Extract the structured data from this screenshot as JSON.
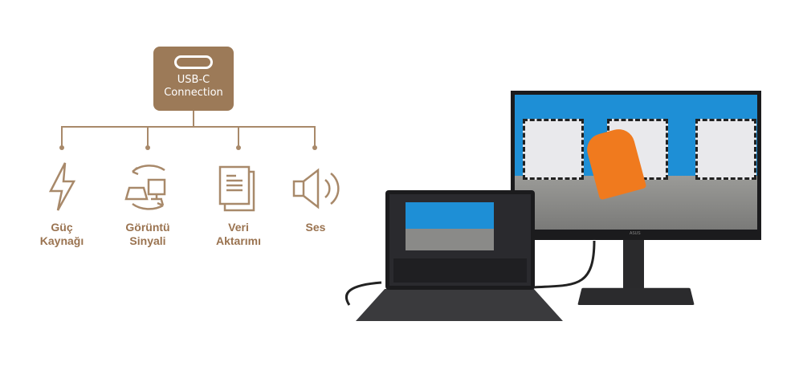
{
  "hub": {
    "line1": "USB-C",
    "line2": "Connection",
    "icon": "usb-c-port-icon"
  },
  "features": [
    {
      "line1": "Güç",
      "line2": "Kaynağı",
      "icon": "lightning-icon"
    },
    {
      "line1": "Görüntü",
      "line2": "Sinyali",
      "icon": "screen-sync-icon"
    },
    {
      "line1": "Veri",
      "line2": "Aktarımı",
      "icon": "document-icon"
    },
    {
      "line1": "Ses",
      "line2": "",
      "icon": "speaker-icon"
    }
  ],
  "monitor": {
    "brand": "ASUS"
  },
  "colors": {
    "accent": "#9c7a58",
    "text": "#9a7350",
    "sky": "#1e8fd6"
  }
}
